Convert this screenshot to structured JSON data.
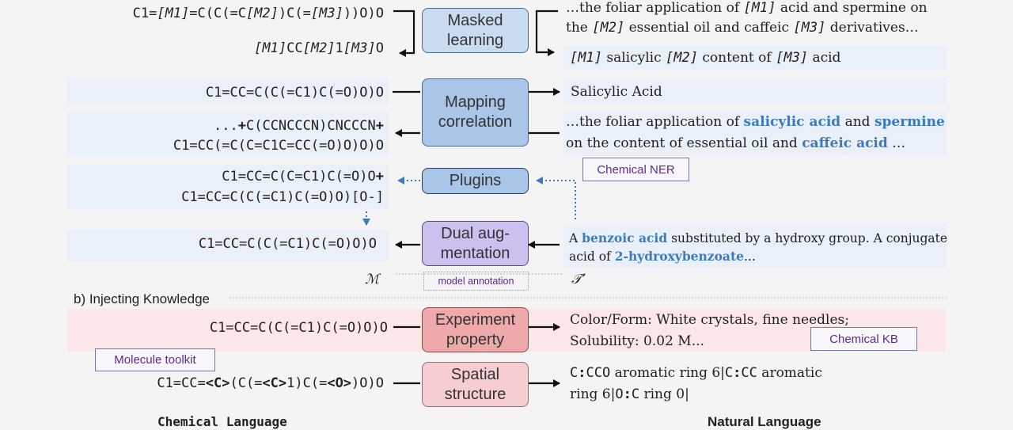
{
  "masked": {
    "smiles_masked_1": [
      "C1=",
      "[M1]",
      "=C(C(=C",
      "[M2]",
      ")C(=",
      "[M3]",
      "))O)O"
    ],
    "smiles_masked_2": [
      "[M1]",
      "CC",
      "[M2]",
      "1",
      "[M3]",
      "O"
    ],
    "box_label": "Masked learning",
    "text_1_line1": [
      "…the foliar application of ",
      "[M1]",
      " acid and spermine on"
    ],
    "text_1_line2": [
      "the ",
      "[M2]",
      " essential oil and caffeic ",
      "[M3]",
      " derivatives…"
    ],
    "text_2": [
      "[M1]",
      " salicylic ",
      "[M2]",
      " content of ",
      "[M3]",
      " acid"
    ]
  },
  "mapping": {
    "smiles_1": "C1=CC=C(C(=C1)C(=O)O)O",
    "text_1": "Salicylic Acid",
    "box_label": "Mapping correlation",
    "smiles_2_line1": [
      "...",
      "+",
      "C(CCNCCCN)CNCCCN",
      "+"
    ],
    "smiles_2_line2": "C1=CC(=C(C=C1C=CC(=O)O)O)O",
    "text_2_line1": [
      "…the foliar application of ",
      "salicylic acid",
      " and ",
      "spermine"
    ],
    "text_2_line2": [
      "on the content of essential oil and ",
      "caffeic acid",
      " …"
    ]
  },
  "plugins": {
    "smiles_line1": [
      "C1=CC=C(C=C1)C(=O)O",
      "+"
    ],
    "smiles_line2": "C1=CC=C(C(=C1)C(=O)O)[O-]",
    "box_label": "Plugins",
    "ner_tag": "Chemical NER"
  },
  "dual": {
    "smiles": "C1=CC=C(C(=C1)C(=O)O)O",
    "box_label": "Dual aug-mentation",
    "text_line1": [
      "A ",
      "benzoic acid",
      " substituted by a hydroxy group. A conjugate"
    ],
    "text_line2": [
      "acid of ",
      "2-hydroxybenzoate",
      "..."
    ],
    "m_symbol": "ℳ",
    "t_symbol": "𝒯’",
    "model_annotation": "model annotation"
  },
  "section_b": {
    "title": "b) Injecting Knowledge",
    "exp_smiles": "C1=CC=C(C(=C1)C(=O)O)O",
    "exp_box_label": "Experiment property",
    "exp_text_line1": "Color/Form: White crystals, fine needles;",
    "exp_text_line2": "Solubility: 0.02 M...",
    "kb_tag": "Chemical KB",
    "toolkit_tag": "Molecule toolkit",
    "spatial_smiles": [
      "C1=CC=",
      "<C>",
      "(C(=",
      "<C>",
      "1)C(=",
      "<O>",
      ")O)O"
    ],
    "spatial_box_label": "Spatial structure",
    "spatial_text_line1": [
      "C",
      ":",
      "CCO",
      " aromatic ring 6|",
      "C",
      ":",
      "CC",
      " aromatic"
    ],
    "spatial_text_line2": [
      "ring 6|",
      "O",
      ":",
      "C",
      " ring 0|"
    ]
  },
  "footer": {
    "left_label": "Chemical Language",
    "right_label": "Natural Language"
  },
  "colors": {
    "masked_box": "#c9dcef",
    "mapping_box": "#a9c6e8",
    "plugins_box": "#a9c6e8",
    "dual_box": "#cdbfee",
    "exp_box": "#eeaaaa",
    "spatial_box": "#f6cdd0",
    "row_band_blue": "#eaf0fa",
    "row_band_pink": "#fbe7e7",
    "highlight": "#3a7bbf"
  }
}
